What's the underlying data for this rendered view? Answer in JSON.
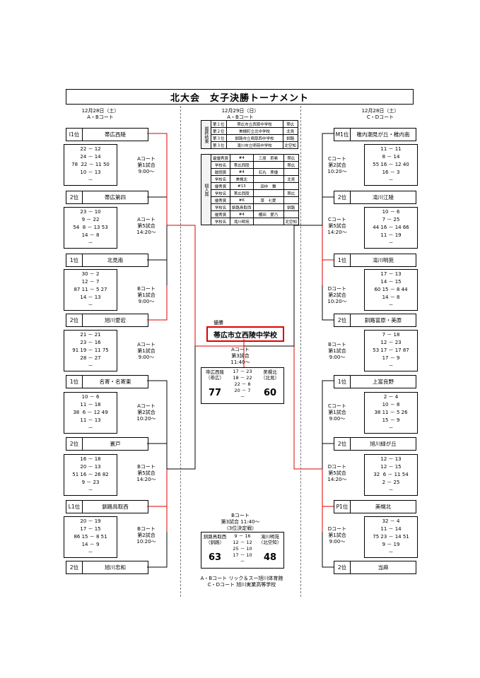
{
  "title": "北大会　女子決勝トーナメント",
  "headers": {
    "left": {
      "date": "12月28日（土）",
      "courts": "A・Bコート"
    },
    "center": {
      "date": "12月29日（日）",
      "courts": "A・Bコート"
    },
    "right": {
      "date": "12月28日（土）",
      "courts": "C・Dコート"
    }
  },
  "results_table": {
    "label": "最終結果",
    "rows": [
      [
        "第１位",
        "帯広市立西陵中学校",
        "帯広"
      ],
      [
        "第２位",
        "美幌町立北中学校",
        "北見"
      ],
      [
        "第３位",
        "釧路市立鳥取西中学校",
        "釧路"
      ],
      [
        "第３位",
        "滝川市立明苑中学校",
        "北空知"
      ]
    ]
  },
  "awards_table": {
    "label": "個人賞",
    "rows": [
      [
        "最優秀賞",
        "#4",
        "三原　莉希",
        "帯広"
      ],
      [
        "学校名",
        "帯広西陵",
        "",
        "帯広"
      ],
      [
        "敢闘賞",
        "#4",
        "石丸　実優",
        ""
      ],
      [
        "学校名",
        "美幌北",
        "",
        "北見"
      ],
      [
        "優秀賞",
        "#13",
        "田中　舞",
        ""
      ],
      [
        "学校名",
        "帯広西陵",
        "",
        "帯広"
      ],
      [
        "優秀賞",
        "#6",
        "菜　七愛",
        ""
      ],
      [
        "学校名",
        "釧路鳥取西",
        "",
        "釧路"
      ],
      [
        "優秀賞",
        "#4",
        "櫻田　愛乃",
        ""
      ],
      [
        "学校名",
        "滝川明苑",
        "",
        "北空知"
      ]
    ]
  },
  "left_teams": [
    {
      "rank": "I1位",
      "name": "帯広西陵"
    },
    {
      "rank": "2位",
      "name": "帯広第四"
    },
    {
      "rank": "1位",
      "name": "北見南"
    },
    {
      "rank": "2位",
      "name": "旭川愛宕"
    },
    {
      "rank": "1位",
      "name": "名寄・名寄東"
    },
    {
      "rank": "2位",
      "name": "置戸"
    },
    {
      "rank": "L1位",
      "name": "釧路鳥取西"
    },
    {
      "rank": "2位",
      "name": "旭川忠和"
    }
  ],
  "right_teams": [
    {
      "rank": "M1位",
      "name": "稚内潮見が丘・稚内南"
    },
    {
      "rank": "2位",
      "name": "滝川江陵"
    },
    {
      "rank": "1位",
      "name": "滝川明苑"
    },
    {
      "rank": "2位",
      "name": "釧路富原・美原"
    },
    {
      "rank": "1位",
      "name": "上富良野"
    },
    {
      "rank": "2位",
      "name": "旭川緑が丘"
    },
    {
      "rank": "P1位",
      "name": "美幌北"
    },
    {
      "rank": "2位",
      "name": "当麻"
    }
  ],
  "left_scores": [
    [
      "22 － 12",
      "24 － 14",
      "78  22 － 11 50",
      "10 － 13",
      "－"
    ],
    [
      "23 － 10",
      "9 － 22",
      "54  8 － 13 53",
      "14 － 8",
      "－"
    ],
    [
      "30 － 2",
      "12 － 7",
      "87 11 － 5 27",
      "14 － 13",
      "－"
    ],
    [
      "21 － 21",
      "23 － 16",
      "91 19 － 11 75",
      "28 － 27",
      "－"
    ],
    [
      "10 － 6",
      "11 － 18",
      "38  6 － 12 49",
      "11 － 13",
      "－"
    ],
    [
      "16 － 18",
      "20 － 13",
      "51 16 － 26 82",
      "9 － 23",
      "－"
    ],
    [
      "20 － 19",
      "17 － 15",
      "86 15 － 8 51",
      "14 － 9",
      "－"
    ]
  ],
  "right_scores": [
    [
      "11 － 11",
      "8 － 14",
      "55 16 － 12 40",
      "16 － 3",
      "－"
    ],
    [
      "10 － 6",
      "7 － 25",
      "44 16 － 14 66",
      "11 － 19",
      "－"
    ],
    [
      "17 － 13",
      "14 － 15",
      "60 15 － 8 44",
      "14 － 8",
      "－"
    ],
    [
      "7 － 18",
      "12 － 23",
      "53 17 － 17 87",
      "17 － 9",
      "－"
    ],
    [
      "2 － 4",
      "10 － 8",
      "38 11 － 5 26",
      "15 － 9",
      "－"
    ],
    [
      "12 － 13",
      "12 － 15",
      "32  6 － 11 54",
      "2 － 25",
      "－"
    ],
    [
      "32 － 4",
      "11 － 14",
      "75 23 － 14 51",
      "9 － 19",
      "－"
    ]
  ],
  "left_matches": [
    [
      "Aコート",
      "第1試合",
      "9:00～"
    ],
    [
      "Aコート",
      "第5試合",
      "14:20～"
    ],
    [
      "Bコート",
      "第1試合",
      "9:00～"
    ],
    [
      "Aコート",
      "第1試合",
      "9:00～"
    ],
    [
      "Aコート",
      "第2試合",
      "10:20～"
    ],
    [
      "Bコート",
      "第5試合",
      "14:20～"
    ],
    [
      "Bコート",
      "第2試合",
      "10:20～"
    ]
  ],
  "right_matches": [
    [
      "Cコート",
      "第2試合",
      "10:20～"
    ],
    [
      "Cコート",
      "第5試合",
      "14:20～"
    ],
    [
      "Dコート",
      "第2試合",
      "10:20～"
    ],
    [
      "Bコート",
      "第1試合",
      "9:00～"
    ],
    [
      "Cコート",
      "第1試合",
      "9:00～"
    ],
    [
      "Dコート",
      "第5試合",
      "14:20～"
    ],
    [
      "Dコート",
      "第1試合",
      "9:00～"
    ]
  ],
  "final": {
    "winner_label": "優勝",
    "winner": "帯広市立西陵中学校",
    "match": [
      "Aコート",
      "第3試合",
      "11:40～"
    ],
    "team_left": "帯広西陵",
    "team_left_area": "（帯広）",
    "score_left": "77",
    "team_right": "美幌北",
    "team_right_area": "（北見）",
    "score_right": "60",
    "periods": [
      "17 － 23",
      "18 － 22",
      "22 － 8",
      "20 － 7",
      "－"
    ]
  },
  "third_place": {
    "match": [
      "Bコート",
      "第3試合 11:40～",
      "（3位決定戦）"
    ],
    "team_left": "釧路鳥取西",
    "team_left_area": "（釧路）",
    "score_left": "63",
    "team_right": "滝川明苑",
    "team_right_area": "（北空知）",
    "score_right": "48",
    "periods": [
      "9 － 16",
      "12 － 12",
      "25 － 10",
      "17 － 10",
      "－"
    ]
  },
  "venues": [
    "A・Bコート リック＆スー旭川体育館",
    "C・Dコート 旭川実業高等学校"
  ],
  "colors": {
    "win_line": "#dd0000",
    "line": "#000000"
  }
}
